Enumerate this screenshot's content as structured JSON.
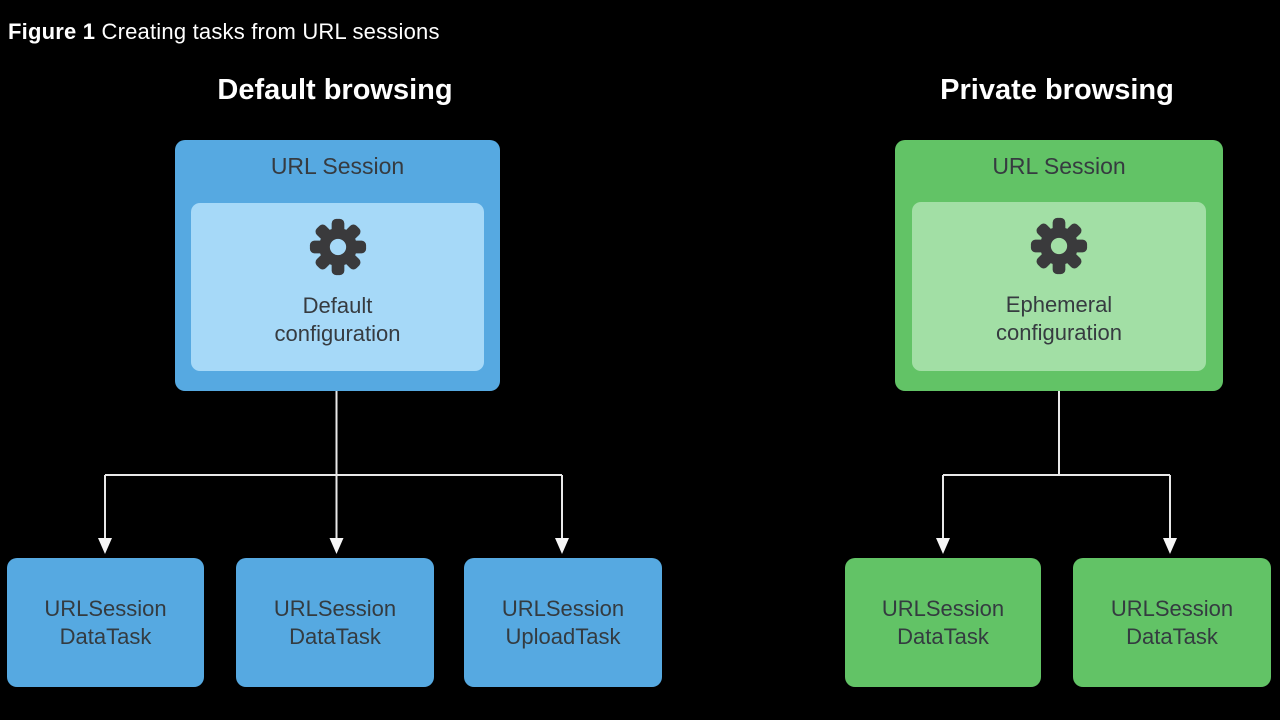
{
  "figure": {
    "label": "Figure 1",
    "caption": "Creating tasks from URL sessions"
  },
  "colors": {
    "background": "#000000",
    "heading_text": "#FFFFFF",
    "blue_box": "#56A9E1",
    "blue_inner_box": "#A6D9F8",
    "green_box": "#62C366",
    "green_inner_box": "#A2DFA5",
    "box_text": "#363B40",
    "gear_icon": "#3A3A3C",
    "connector_line": "#E8E8E8"
  },
  "sections": [
    {
      "heading": "Default browsing",
      "session": {
        "title": "URL Session",
        "icon": "gear-icon",
        "config_lines": [
          "Default",
          "configuration"
        ]
      },
      "tasks": [
        {
          "lines": [
            "URLSession",
            "DataTask"
          ]
        },
        {
          "lines": [
            "URLSession",
            "DataTask"
          ]
        },
        {
          "lines": [
            "URLSession",
            "UploadTask"
          ]
        }
      ]
    },
    {
      "heading": "Private browsing",
      "session": {
        "title": "URL Session",
        "icon": "gear-icon",
        "config_lines": [
          "Ephemeral",
          "configuration"
        ]
      },
      "tasks": [
        {
          "lines": [
            "URLSession",
            "DataTask"
          ]
        },
        {
          "lines": [
            "URLSession",
            "DataTask"
          ]
        }
      ]
    }
  ]
}
